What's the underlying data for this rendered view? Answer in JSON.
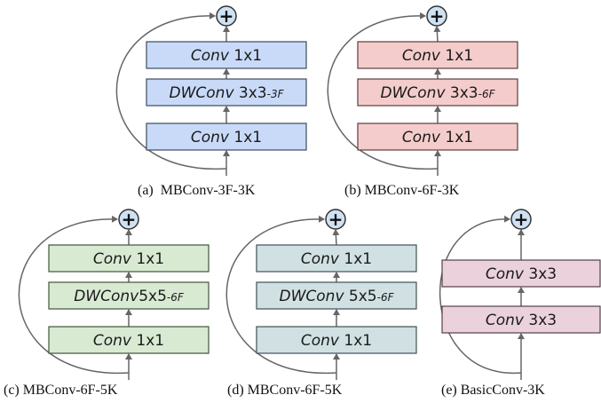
{
  "colors": {
    "blue": "#c9daf8",
    "blue_border": "#3c4a5e",
    "red": "#f4cccc",
    "red_border": "#5e3c3c",
    "green": "#d9ead3",
    "green_border": "#3f5438",
    "teal": "#d0e0e3",
    "teal_border": "#3f5054",
    "pink": "#ead1dc",
    "pink_border": "#54404a",
    "circle_fill": "#cfe2f3",
    "arrow": "#666666"
  },
  "adder_symbol": "+",
  "blocks": [
    {
      "caption": "(a)  MBConv-3F-3K",
      "layers": [
        {
          "italic": "Conv",
          "rest": " 1x1",
          "small": ""
        },
        {
          "italic": "DWConv",
          "rest": " 3x3",
          "small": "-3F"
        },
        {
          "italic": "Conv",
          "rest": " 1x1",
          "small": ""
        }
      ]
    },
    {
      "caption": "(b) MBConv-6F-3K",
      "layers": [
        {
          "italic": "Conv",
          "rest": " 1x1",
          "small": ""
        },
        {
          "italic": "DWConv",
          "rest": " 3x3",
          "small": "-6F"
        },
        {
          "italic": "Conv",
          "rest": " 1x1",
          "small": ""
        }
      ]
    },
    {
      "caption": "(c) MBConv-6F-5K",
      "layers": [
        {
          "italic": "Conv",
          "rest": " 1x1",
          "small": ""
        },
        {
          "italic": "DWConv",
          "rest": "5x5",
          "small": "-6F"
        },
        {
          "italic": "Conv",
          "rest": " 1x1",
          "small": ""
        }
      ]
    },
    {
      "caption": "(d) MBConv-6F-5K",
      "layers": [
        {
          "italic": "Conv",
          "rest": " 1x1",
          "small": ""
        },
        {
          "italic": "DWConv",
          "rest": " 5x5",
          "small": "-6F"
        },
        {
          "italic": "Conv",
          "rest": " 1x1",
          "small": ""
        }
      ]
    },
    {
      "caption": "(e) BasicConv-3K",
      "layers": [
        {
          "italic": "Conv",
          "rest": " 3x3",
          "small": ""
        },
        {
          "italic": "Conv",
          "rest": " 3x3",
          "small": ""
        }
      ]
    }
  ]
}
